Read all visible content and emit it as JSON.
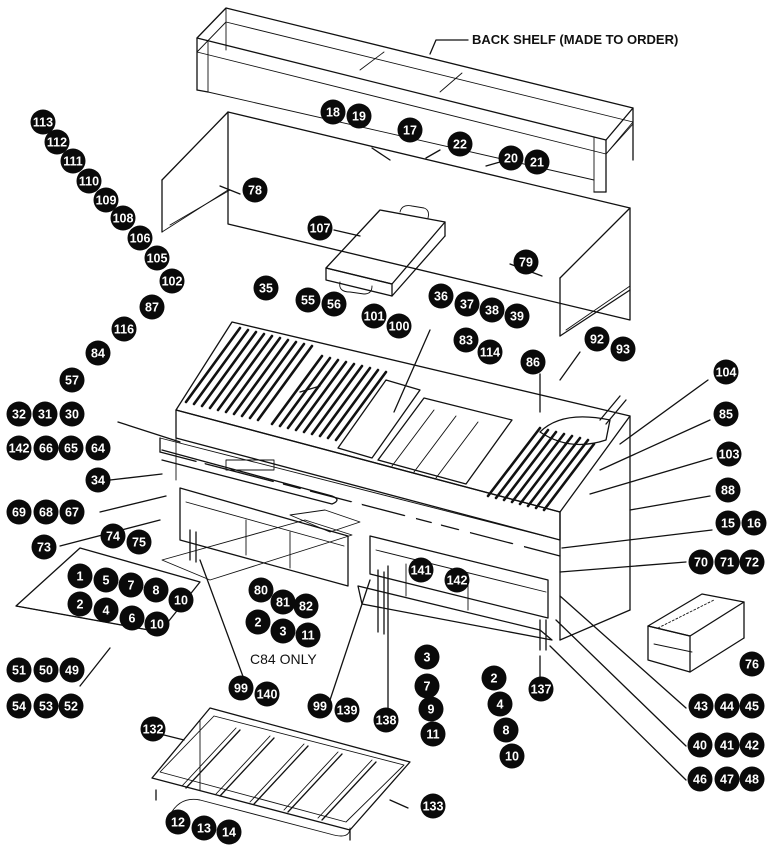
{
  "labels": {
    "back_shelf": "BACK SHELF (MADE TO ORDER)",
    "c84_only": "C84 ONLY"
  },
  "callouts": [
    "113",
    "112",
    "111",
    "110",
    "109",
    "108",
    "106",
    "105",
    "102",
    "18",
    "19",
    "17",
    "22",
    "20",
    "21",
    "78",
    "107",
    "79",
    "87",
    "116",
    "84",
    "57",
    "32",
    "31",
    "30",
    "142",
    "66",
    "65",
    "64",
    "34",
    "69",
    "68",
    "67",
    "73",
    "74",
    "75",
    "35",
    "55",
    "56",
    "101",
    "100",
    "36",
    "37",
    "38",
    "39",
    "83",
    "114",
    "86",
    "92",
    "93",
    "104",
    "85",
    "103",
    "88",
    "15",
    "16",
    "70",
    "71",
    "72",
    "141",
    "142",
    "80",
    "81",
    "82",
    "1",
    "5",
    "7",
    "8",
    "10",
    "2",
    "4",
    "6",
    "10",
    "2",
    "3",
    "11",
    "51",
    "50",
    "49",
    "54",
    "53",
    "52",
    "99",
    "140",
    "99",
    "139",
    "138",
    "3",
    "7",
    "9",
    "11",
    "2",
    "4",
    "8",
    "10",
    "137",
    "76",
    "43",
    "44",
    "45",
    "40",
    "41",
    "42",
    "46",
    "47",
    "48",
    "132",
    "133",
    "12",
    "13",
    "14"
  ]
}
